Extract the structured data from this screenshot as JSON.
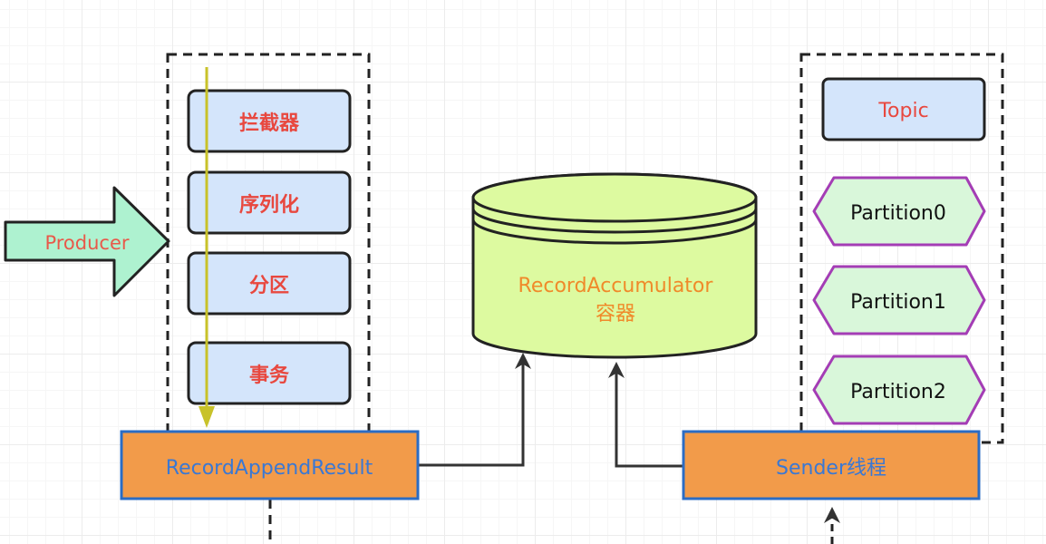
{
  "producer": {
    "label": "Producer",
    "fill": "#aef2d0",
    "text_color": "#e8594a"
  },
  "pipeline": {
    "stages": [
      {
        "label": "拦截器"
      },
      {
        "label": "序列化"
      },
      {
        "label": "分区"
      },
      {
        "label": "事务"
      }
    ],
    "stage_fill": "#d4e5fb",
    "stage_text_color": "#e8483f",
    "flow_line_color": "#c8c22a"
  },
  "accumulator": {
    "line1": "RecordAccumulator",
    "line2": "容器",
    "fill": "#ddfaa0",
    "text_color": "#f08a2a"
  },
  "topic_group": {
    "topic_label": "Topic",
    "partitions": [
      {
        "label": "Partition0"
      },
      {
        "label": "Partition1"
      },
      {
        "label": "Partition2"
      }
    ],
    "partition_fill": "#d9f7da",
    "partition_stroke": "#a43db5"
  },
  "bottom_boxes": {
    "append_result": "RecordAppendResult",
    "sender": "Sender线程",
    "fill": "#f29b4a",
    "stroke": "#2b6cc4",
    "text_color": "#3a78d4"
  }
}
